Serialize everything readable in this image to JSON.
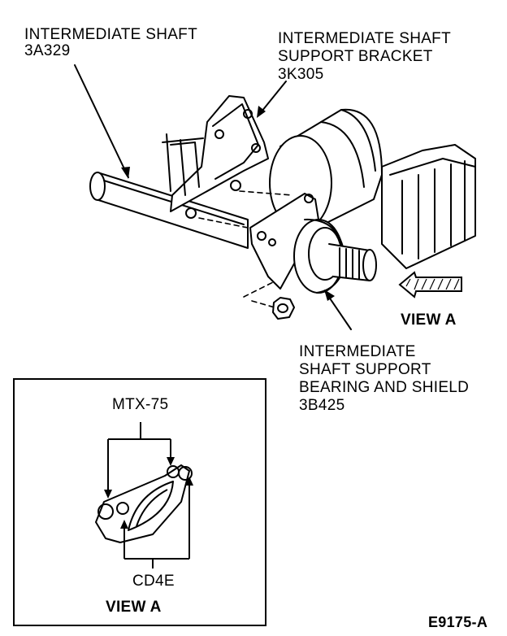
{
  "labels": {
    "shaft_name": "INTERMEDIATE SHAFT",
    "shaft_part": "3A329",
    "bracket_line1": "INTERMEDIATE SHAFT",
    "bracket_line2": "SUPPORT BRACKET",
    "bracket_part": "3K305",
    "view_arrow": "VIEW A",
    "bearing_line1": "INTERMEDIATE",
    "bearing_line2": "SHAFT SUPPORT",
    "bearing_line3": "BEARING AND SHIELD",
    "bearing_part": "3B425"
  },
  "inset": {
    "top_label": "MTX-75",
    "bottom_label": "CD4E",
    "caption": "VIEW A"
  },
  "figure_id": "E9175-A"
}
